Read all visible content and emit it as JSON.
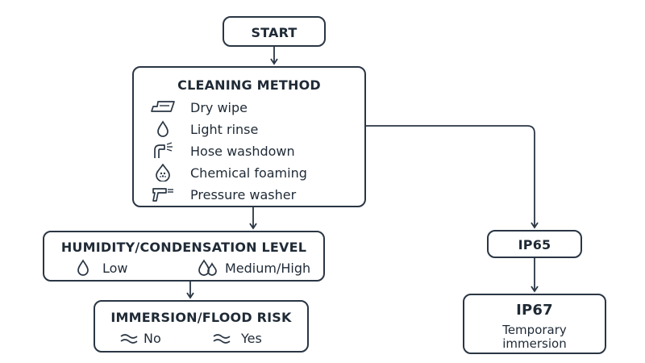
{
  "start": {
    "label": "START"
  },
  "cleaning": {
    "title": "CLEANING METHOD",
    "items": [
      {
        "icon": "cloth-icon",
        "label": "Dry wipe"
      },
      {
        "icon": "droplet-icon",
        "label": "Light rinse"
      },
      {
        "icon": "hose-icon",
        "label": "Hose washdown"
      },
      {
        "icon": "foam-droplet-icon",
        "label": "Chemical foaming"
      },
      {
        "icon": "spray-gun-icon",
        "label": "Pressure washer"
      }
    ]
  },
  "humidity": {
    "title": "HUMIDITY/CONDENSATION LEVEL",
    "low": "Low",
    "high": "Medium/High"
  },
  "immersion": {
    "title": "IMMERSION/FLOOD RISK",
    "no": "No",
    "yes": "Yes"
  },
  "ip65": {
    "label": "IP65"
  },
  "ip67": {
    "label": "IP67",
    "line1": "Temporary",
    "line2": "immersion"
  },
  "colors": {
    "stroke": "#2a3644",
    "text": "#1f2a36",
    "background": "#ffffff"
  }
}
